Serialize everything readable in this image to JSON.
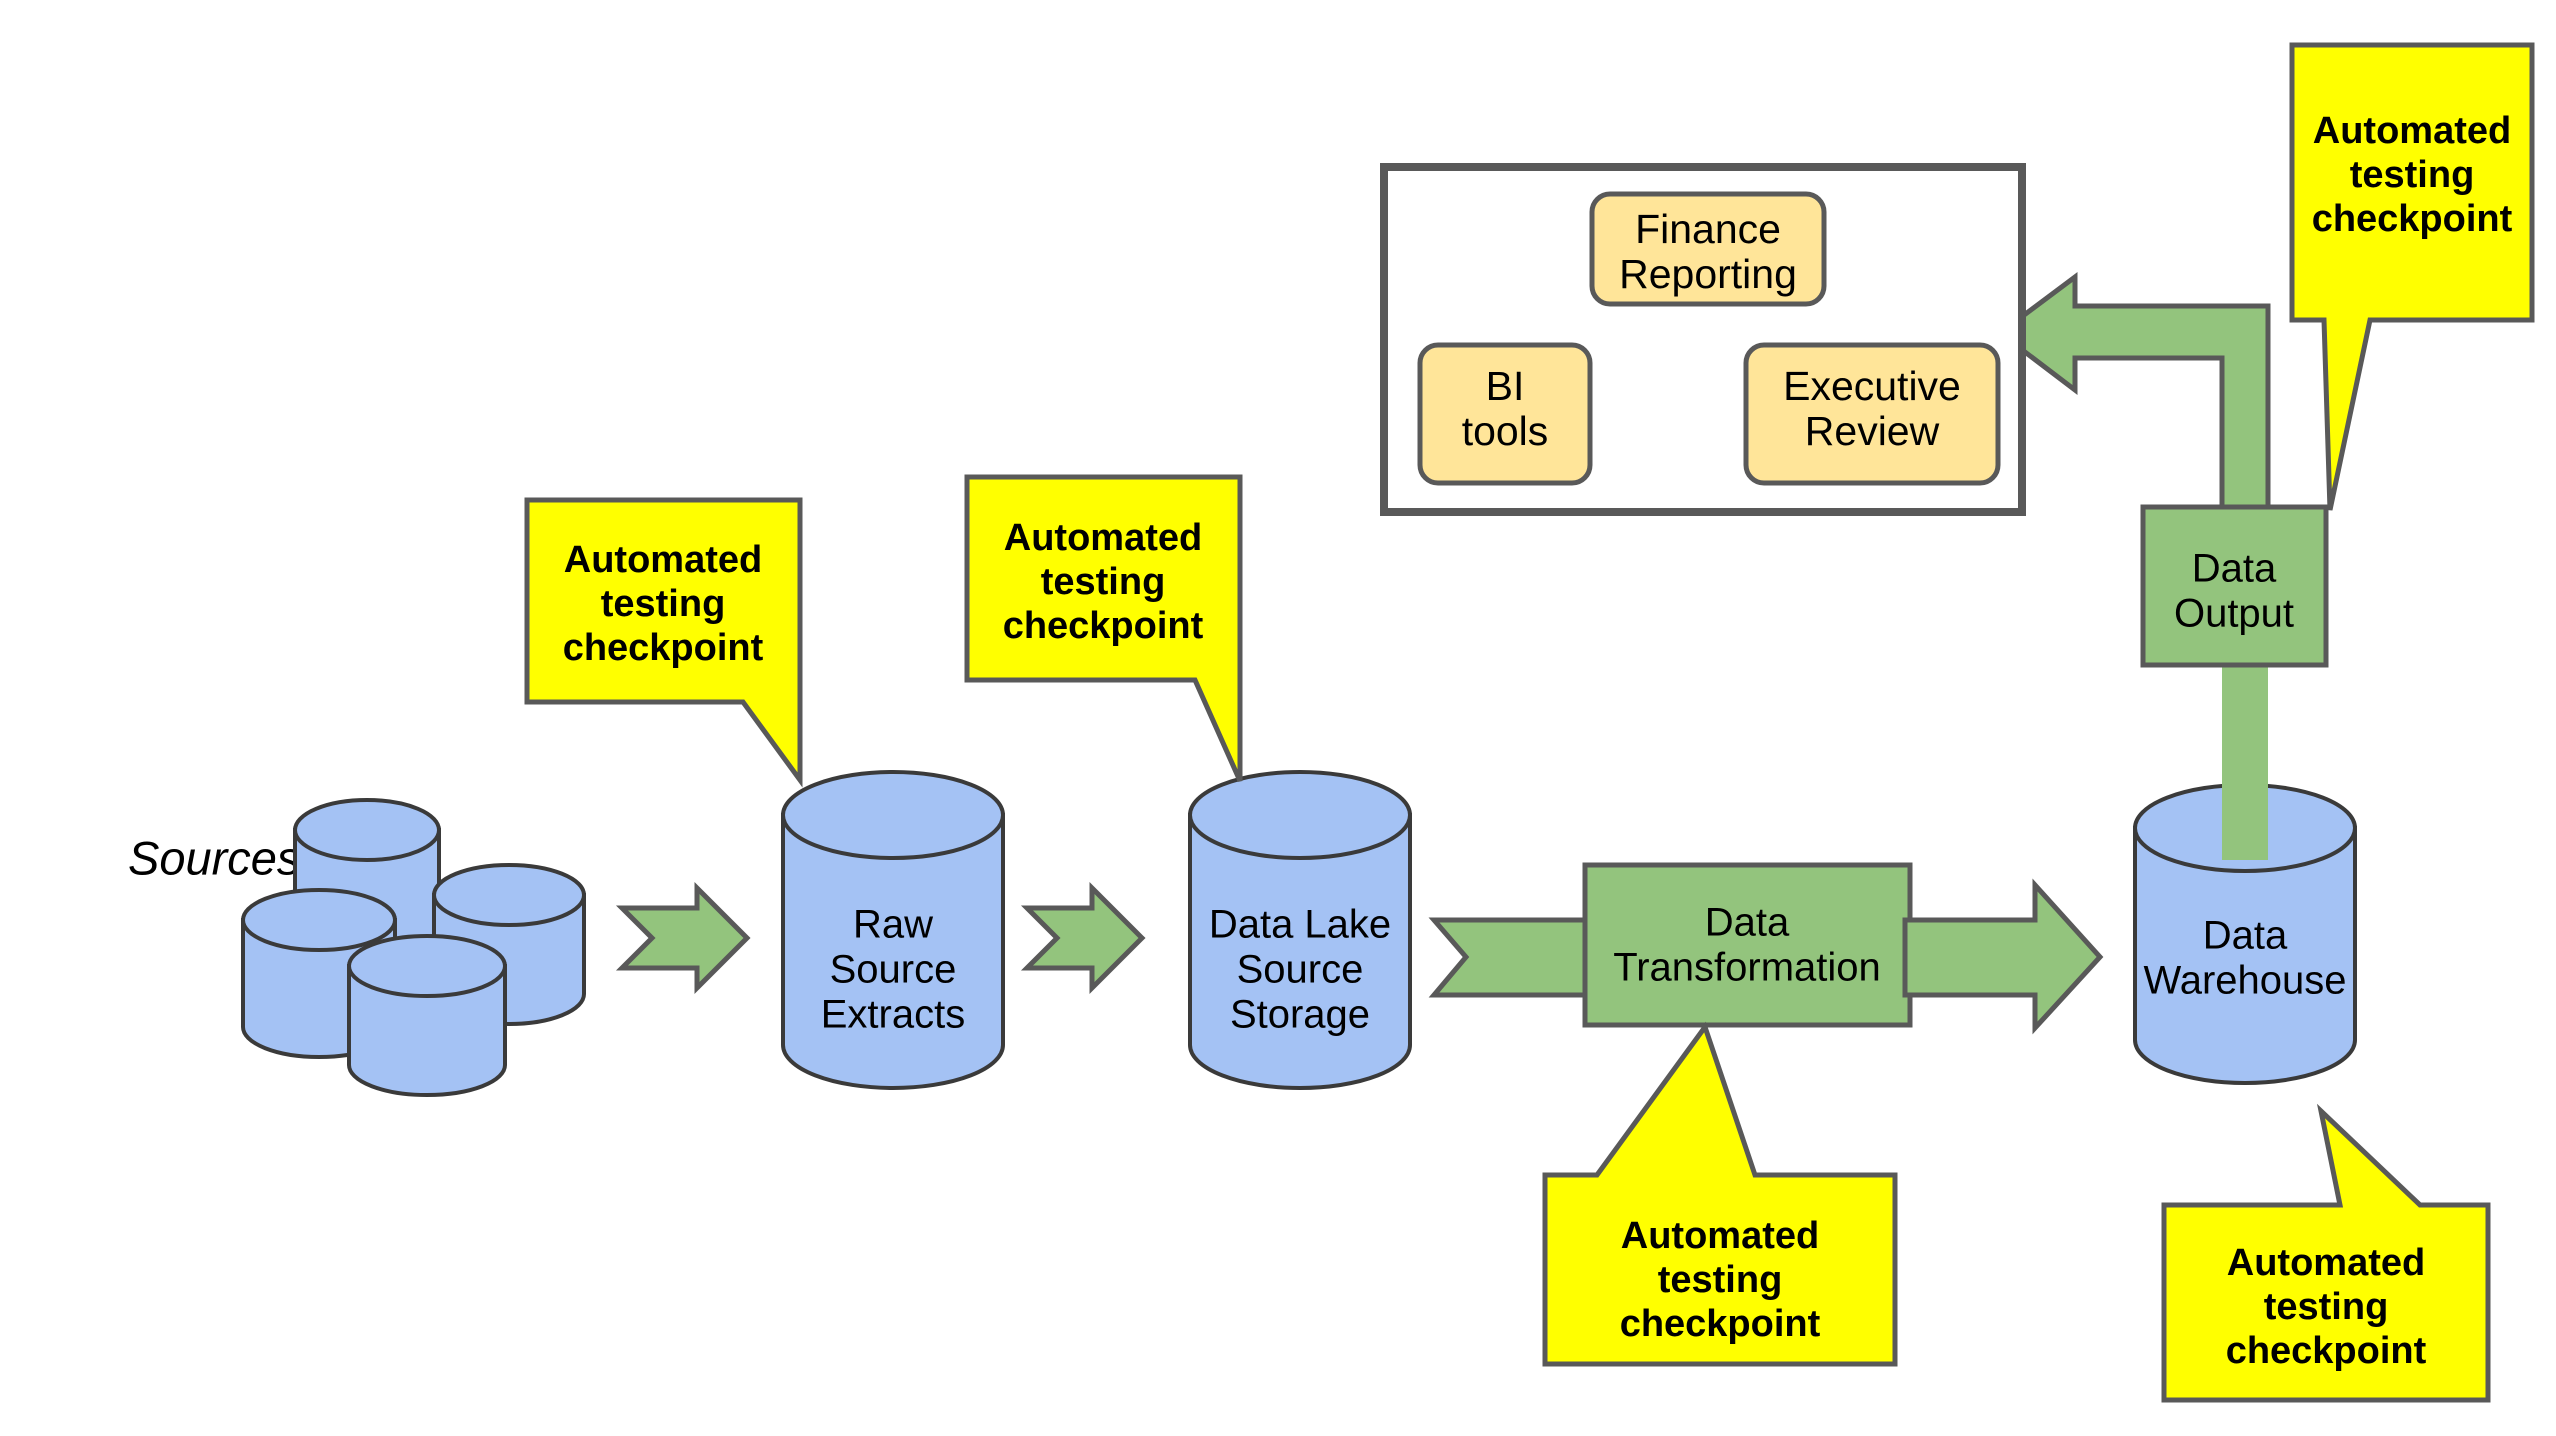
{
  "diagram": {
    "title": "Data pipeline with automated testing checkpoints",
    "background_color": "#ffffff",
    "colors": {
      "cylinder_fill": "#A4C2F4",
      "arrow_fill": "#93C47D",
      "process_fill": "#93C47D",
      "callout_fill": "#FFFF00",
      "consumer_fill": "#FFE599",
      "stroke": "#595959",
      "text": "#000000"
    }
  },
  "labels": {
    "sources": "Sources"
  },
  "nodes": [
    {
      "id": "sources-group",
      "type": "cylinder-stack",
      "label": ""
    },
    {
      "id": "raw-source-extracts",
      "type": "cylinder",
      "label_lines": [
        "Raw",
        "Source",
        "Extracts"
      ]
    },
    {
      "id": "data-lake-source-storage",
      "type": "cylinder",
      "label_lines": [
        "Data Lake",
        "Source",
        "Storage"
      ]
    },
    {
      "id": "data-transformation",
      "type": "process",
      "label_lines": [
        "Data",
        "Transformation"
      ]
    },
    {
      "id": "data-warehouse",
      "type": "cylinder",
      "label_lines": [
        "Data",
        "Warehouse"
      ]
    },
    {
      "id": "data-output",
      "type": "process",
      "label_lines": [
        "Data",
        "Output"
      ]
    }
  ],
  "consumers": {
    "container_label": "",
    "items": [
      {
        "id": "finance-reporting",
        "label_lines": [
          "Finance",
          "Reporting"
        ]
      },
      {
        "id": "bi-tools",
        "label_lines": [
          "BI",
          "tools"
        ]
      },
      {
        "id": "executive-review",
        "label_lines": [
          "Executive",
          "Review"
        ]
      }
    ]
  },
  "callouts": [
    {
      "id": "checkpoint-raw-source-extracts",
      "label_lines": [
        "Automated",
        "testing",
        "checkpoint"
      ],
      "target": "raw-source-extracts"
    },
    {
      "id": "checkpoint-data-lake",
      "label_lines": [
        "Automated",
        "testing",
        "checkpoint"
      ],
      "target": "data-lake-source-storage"
    },
    {
      "id": "checkpoint-data-transformation",
      "label_lines": [
        "Automated",
        "testing",
        "checkpoint"
      ],
      "target": "data-transformation"
    },
    {
      "id": "checkpoint-data-warehouse",
      "label_lines": [
        "Automated",
        "testing",
        "checkpoint"
      ],
      "target": "data-warehouse"
    },
    {
      "id": "checkpoint-data-output",
      "label_lines": [
        "Automated",
        "testing",
        "checkpoint"
      ],
      "target": "data-output"
    }
  ],
  "flow_arrows": [
    {
      "id": "arrow-sources-to-raw",
      "direction": "right"
    },
    {
      "id": "arrow-raw-to-lake",
      "direction": "right"
    },
    {
      "id": "arrow-lake-to-transformation",
      "direction": "right"
    },
    {
      "id": "arrow-transformation-to-warehouse",
      "direction": "right"
    },
    {
      "id": "arrow-warehouse-to-output-to-consumers",
      "direction": "up-left-elbow"
    }
  ]
}
